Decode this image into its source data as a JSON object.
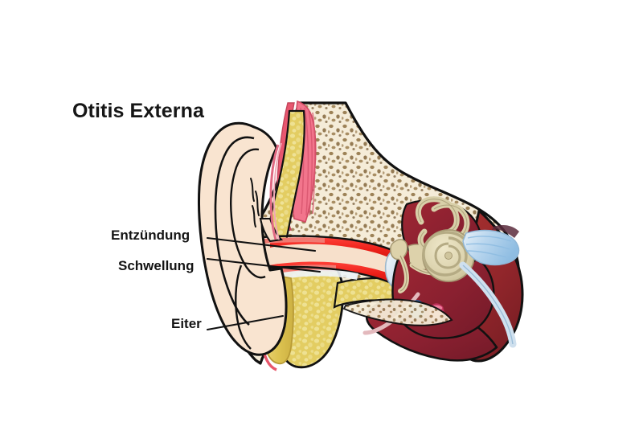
{
  "figure": {
    "title": "Otitis Externa",
    "background_color": "#ffffff",
    "outline_color": "#111111"
  },
  "labels": [
    {
      "id": "inflammation",
      "text": "Entzündung",
      "name": "label-entzuendung"
    },
    {
      "id": "swelling",
      "text": "Schwellung",
      "name": "label-schwellung"
    },
    {
      "id": "pus",
      "text": "Eiter",
      "name": "label-eiter"
    }
  ],
  "anatomy": {
    "pinna": {
      "label": "pinna",
      "color": "#f9e4d0"
    },
    "ear_canal": {
      "label": "ear-canal",
      "color": "#f7e0cb"
    },
    "inflamed_lining": {
      "label": "inflamed-canal-lining",
      "color": "#ef2a22"
    },
    "swollen_tissue": {
      "label": "swollen-tissue",
      "color": "#f07a72"
    },
    "pus_deposit": {
      "label": "pus-deposit",
      "color": "#e3c85c"
    },
    "cancellous_bone": {
      "label": "mastoid-bone",
      "color": "#f5ecd8",
      "speckle_color": "#8a6a3a"
    },
    "dense_bone": {
      "label": "dense-bone",
      "color": "#e3cd62"
    },
    "muscle": {
      "label": "temporalis-muscle",
      "color": "#f2758c"
    },
    "middle_ear_cavity": {
      "label": "middle-ear-cavity",
      "color": "#8f2230"
    },
    "cochlea": {
      "label": "cochlea",
      "color": "#d8cfa8"
    },
    "semicircular_canals": {
      "label": "semicircular-canals",
      "color": "#d8cfa8"
    },
    "ossicles": {
      "label": "ossicles",
      "color": "#ddd2ab"
    },
    "eardrum": {
      "label": "tympanic-membrane",
      "color": "#dce8f2"
    },
    "nerve_bundle": {
      "label": "auditory-nerve",
      "color": "#b9d6ee"
    },
    "vein": {
      "label": "vein-cross-section",
      "color": "#3a8fd0"
    },
    "artery": {
      "label": "artery-cross-section",
      "color": "#e8537f"
    },
    "mastoid_outer": {
      "label": "mastoid-outer-wall",
      "color": "#9c2b2b"
    }
  },
  "colors": {
    "skin": "#f9e4d0",
    "bone_cream": "#f5ecd8",
    "bone_yellow": "#e3cd62",
    "speckle": "#8a6a3a",
    "red_inflammation": "#ef2a22",
    "pink_muscle": "#f2758c",
    "maroon": "#8f2230",
    "dark_maroon": "#9c2b2b",
    "cochlea_tan": "#d8cfa8",
    "vein_blue": "#3a8fd0",
    "artery_pink": "#e8537f",
    "outline": "#111111",
    "text": "#141414"
  }
}
